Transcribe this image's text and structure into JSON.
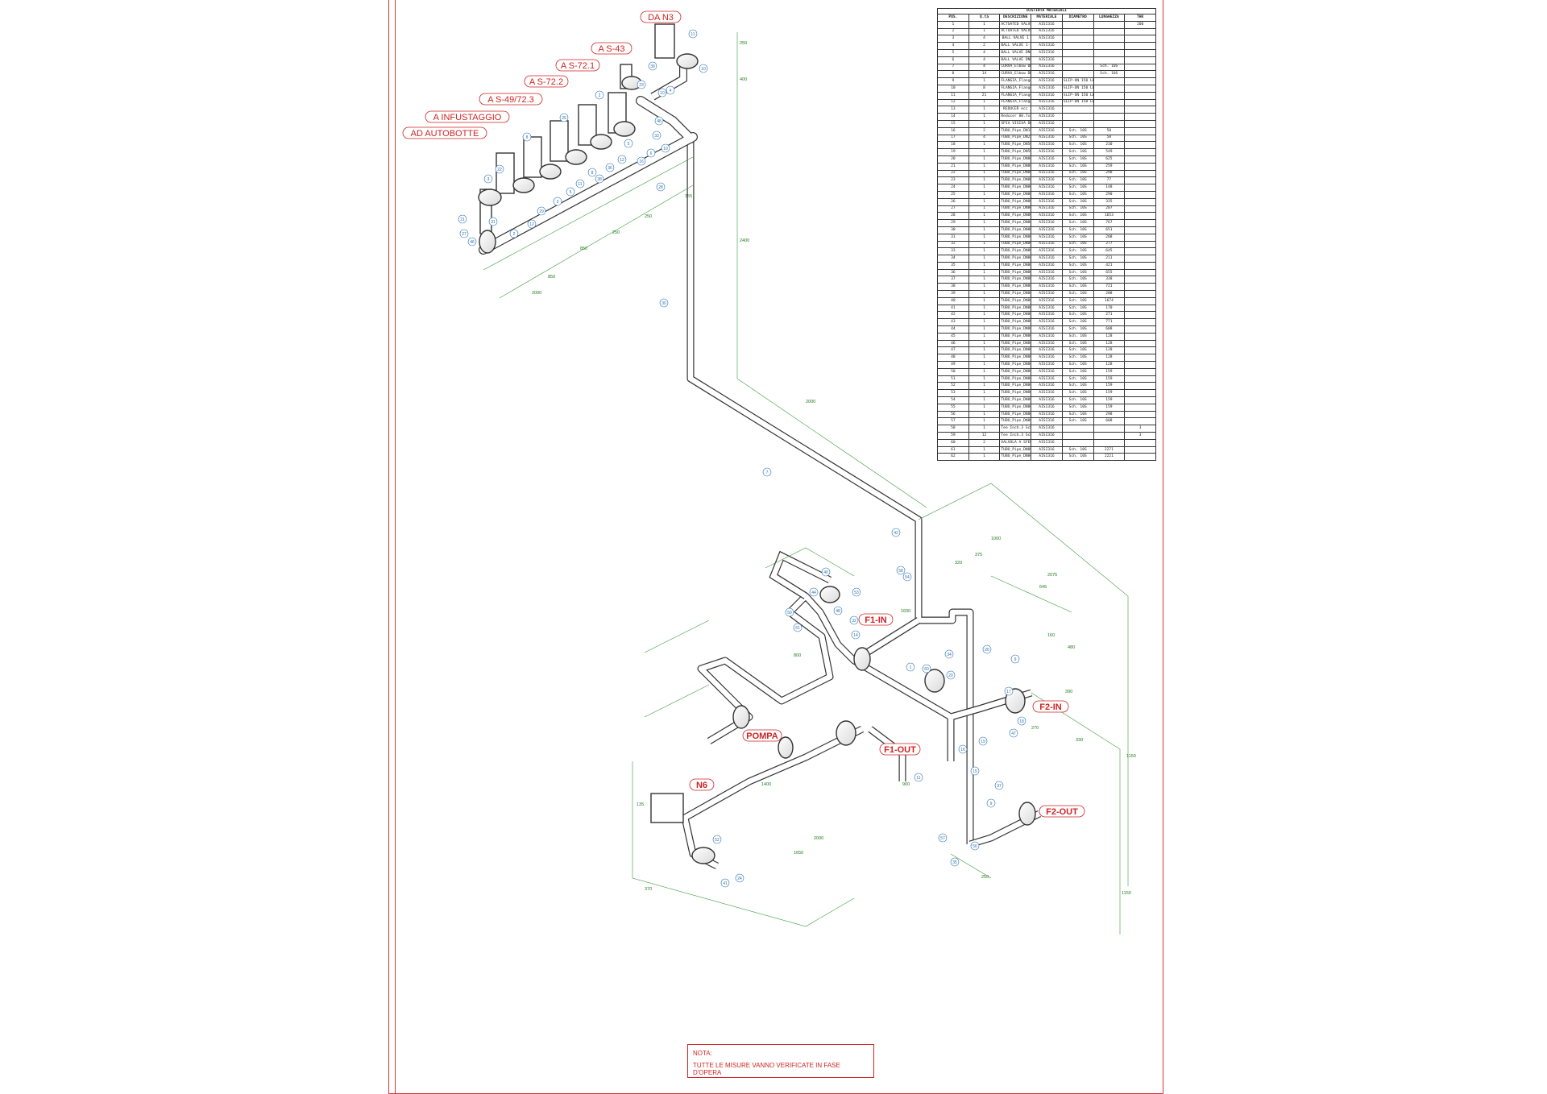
{
  "bom": {
    "title": "DISTINTA MATERIALI",
    "headers": [
      "POS.",
      "Q.tà",
      "DESCRIZIONE",
      "MATERIALE",
      "DIAMETRO",
      "LUNGHEZZA",
      "THK"
    ],
    "rows": [
      [
        "1",
        "1",
        "ACTUATED VALVE DN100",
        "AISI316",
        "",
        "",
        "200"
      ],
      [
        "2",
        "1",
        "ACTUATED VALVE DN80",
        "AISI316",
        "",
        "",
        ""
      ],
      [
        "3",
        "4",
        "BALL VALVE 1",
        "AISI316",
        "",
        "",
        ""
      ],
      [
        "4",
        "2",
        "BALL VALVE 1-2",
        "AISI316",
        "",
        "",
        ""
      ],
      [
        "5",
        "4",
        "BALL VALVE DN50",
        "AISI316",
        "",
        "",
        ""
      ],
      [
        "6",
        "4",
        "BALL VALVE DN80",
        "AISI316",
        "",
        "",
        ""
      ],
      [
        "7",
        "4",
        "CURVA_Elbow DN80_90°",
        "AISI316",
        "",
        "Sch. 10S",
        ""
      ],
      [
        "8",
        "14",
        "CURVA_Elbow DN80_90°",
        "AISI316",
        "",
        "Sch. 10S",
        ""
      ],
      [
        "9",
        "1",
        "FLANGIA_Flange DN100",
        "AISI316",
        "SLIP-ON 150 LBS",
        "",
        ""
      ],
      [
        "10",
        "8",
        "FLANGIA_Flange DN50",
        "AISI316",
        "SLIP-ON 150 LBS",
        "",
        ""
      ],
      [
        "11",
        "21",
        "FLANGIA_Flange DN80",
        "AISI316",
        "SLIP-ON 150 LBS",
        "",
        ""
      ],
      [
        "12",
        "1",
        "FLANGIA_Flange DN80",
        "AISI316",
        "SLIP-ON 150 LBS",
        "",
        ""
      ],
      [
        "13",
        "1",
        "REDUCER ecc",
        "AISI316",
        "",
        "",
        ""
      ],
      [
        "14",
        "1",
        "Reducer 80.7x2.0-48.2x2",
        "AISI316",
        "",
        "",
        ""
      ],
      [
        "15",
        "1",
        "SPIA VISIVA DN80",
        "AISI316",
        "",
        "",
        ""
      ],
      [
        "16",
        "2",
        "TUBO_Pipe_DN15",
        "AISI316",
        "Sch. 10S",
        "58",
        ""
      ],
      [
        "17",
        "4",
        "TUBO_Pipe_DN25",
        "AISI316",
        "Sch. 10S",
        "58",
        ""
      ],
      [
        "18",
        "1",
        "TUBO_Pipe_DN50",
        "AISI316",
        "Sch. 10S",
        "230",
        ""
      ],
      [
        "19",
        "1",
        "TUBO_Pipe_DN50",
        "AISI316",
        "Sch. 10S",
        "549",
        ""
      ],
      [
        "20",
        "1",
        "TUBO_Pipe_DN80",
        "AISI316",
        "Sch. 10S",
        "625",
        ""
      ],
      [
        "21",
        "1",
        "TUBO_Pipe_DN80",
        "AISI316",
        "Sch. 10S",
        "259",
        ""
      ],
      [
        "22",
        "1",
        "TUBO_Pipe_DN80",
        "AISI316",
        "Sch. 10S",
        "298",
        ""
      ],
      [
        "23",
        "1",
        "TUBO_Pipe_DN80",
        "AISI316",
        "Sch. 10S",
        "77",
        ""
      ],
      [
        "24",
        "1",
        "TUBO_Pipe_DN80",
        "AISI316",
        "Sch. 10S",
        "148",
        ""
      ],
      [
        "25",
        "1",
        "TUBO_Pipe_DN80",
        "AISI316",
        "Sch. 10S",
        "290",
        ""
      ],
      [
        "26",
        "1",
        "TUBO_Pipe_DN80",
        "AISI316",
        "Sch. 10S",
        "335",
        ""
      ],
      [
        "27",
        "1",
        "TUBO_Pipe_DN80",
        "AISI316",
        "Sch. 10S",
        "207",
        ""
      ],
      [
        "28",
        "1",
        "TUBO_Pipe_DN80",
        "AISI316",
        "Sch. 10S",
        "1653",
        ""
      ],
      [
        "29",
        "1",
        "TUBO_Pipe_DN80",
        "AISI316",
        "Sch. 10S",
        "767",
        ""
      ],
      [
        "30",
        "1",
        "TUBO_Pipe_DN80",
        "AISI316",
        "Sch. 10S",
        "651",
        ""
      ],
      [
        "31",
        "1",
        "TUBO_Pipe_DN80",
        "AISI316",
        "Sch. 10S",
        "208",
        ""
      ],
      [
        "32",
        "1",
        "TUBO_Pipe_DN80",
        "AISI316",
        "Sch. 10S",
        "277",
        ""
      ],
      [
        "33",
        "1",
        "TUBO_Pipe_DN80",
        "AISI316",
        "Sch. 10S",
        "645",
        ""
      ],
      [
        "34",
        "1",
        "TUBO_Pipe_DN80",
        "AISI316",
        "Sch. 10S",
        "211",
        ""
      ],
      [
        "35",
        "1",
        "TUBO_Pipe_DN80",
        "AISI316",
        "Sch. 10S",
        "421",
        ""
      ],
      [
        "36",
        "1",
        "TUBO_Pipe_DN80",
        "AISI316",
        "Sch. 10S",
        "655",
        ""
      ],
      [
        "37",
        "1",
        "TUBO_Pipe_DN80",
        "AISI316",
        "Sch. 10S",
        "338",
        ""
      ],
      [
        "38",
        "1",
        "TUBO_Pipe_DN80",
        "AISI316",
        "Sch. 10S",
        "721",
        ""
      ],
      [
        "39",
        "1",
        "TUBO_Pipe_DN80",
        "AISI316",
        "Sch. 10S",
        "208",
        ""
      ],
      [
        "40",
        "1",
        "TUBO_Pipe_DN80",
        "AISI316",
        "Sch. 10S",
        "1674",
        ""
      ],
      [
        "41",
        "1",
        "TUBO_Pipe_DN80",
        "AISI316",
        "Sch. 10S",
        "170",
        ""
      ],
      [
        "42",
        "1",
        "TUBO_Pipe_DN80",
        "AISI316",
        "Sch. 10S",
        "271",
        ""
      ],
      [
        "43",
        "1",
        "TUBO_Pipe_DN80",
        "AISI316",
        "Sch. 10S",
        "771",
        ""
      ],
      [
        "44",
        "1",
        "TUBO_Pipe_DN80",
        "AISI316",
        "Sch. 10S",
        "608",
        ""
      ],
      [
        "45",
        "1",
        "TUBO_Pipe_DN80",
        "AISI316",
        "Sch. 10S",
        "128",
        ""
      ],
      [
        "46",
        "1",
        "TUBO_Pipe_DN80",
        "AISI316",
        "Sch. 10S",
        "128",
        ""
      ],
      [
        "47",
        "1",
        "TUBO_Pipe_DN80",
        "AISI316",
        "Sch. 10S",
        "128",
        ""
      ],
      [
        "48",
        "1",
        "TUBO_Pipe_DN80",
        "AISI316",
        "Sch. 10S",
        "128",
        ""
      ],
      [
        "49",
        "1",
        "TUBO_Pipe_DN80",
        "AISI316",
        "Sch. 10S",
        "128",
        ""
      ],
      [
        "50",
        "1",
        "TUBO_Pipe_DN80",
        "AISI316",
        "Sch. 10S",
        "159",
        ""
      ],
      [
        "51",
        "1",
        "TUBO_Pipe_DN80",
        "AISI316",
        "Sch. 10S",
        "159",
        ""
      ],
      [
        "52",
        "1",
        "TUBO_Pipe_DN80",
        "AISI316",
        "Sch. 10S",
        "159",
        ""
      ],
      [
        "53",
        "1",
        "TUBO_Pipe_DN80",
        "AISI316",
        "Sch. 10S",
        "159",
        ""
      ],
      [
        "54",
        "1",
        "TUBO_Pipe_DN80",
        "AISI316",
        "Sch. 10S",
        "159",
        ""
      ],
      [
        "55",
        "1",
        "TUBO_Pipe_DN80",
        "AISI316",
        "Sch. 10S",
        "159",
        ""
      ],
      [
        "56",
        "1",
        "TUBO_Pipe_DN80",
        "AISI316",
        "Sch. 10S",
        "298",
        ""
      ],
      [
        "57",
        "1",
        "TUBO_Pipe_DN80",
        "AISI316",
        "Sch. 10S",
        "608",
        ""
      ],
      [
        "58",
        "1",
        "Tee Inch.3 Sch10S",
        "AISI316",
        "",
        "",
        "3"
      ],
      [
        "59",
        "12",
        "Tee Inch.3 Sch10S",
        "AISI316",
        "",
        "",
        "3"
      ],
      [
        "60",
        "2",
        "VALVOLA A SFERA DN80",
        "AISI316",
        "",
        "",
        ""
      ],
      [
        "61",
        "1",
        "TUBO_Pipe_DN80",
        "AISI316",
        "Sch. 10S",
        "2271",
        ""
      ],
      [
        "62",
        "1",
        "TUBO_Pipe_DN80",
        "AISI316",
        "Sch. 10S",
        "2221",
        ""
      ]
    ]
  },
  "tags": {
    "da_n3": "DA N3",
    "a_s43": "A S-43",
    "a_s721": "A S-72.1",
    "a_s722": "A S-72.2",
    "a_s49": "A S-49/72.3",
    "a_infustaggio": "A INFUSTAGGIO",
    "ad_autobotte": "AD AUTOBOTTE",
    "f1_in": "F1-IN",
    "f2_in": "F2-IN",
    "f1_out": "F1-OUT",
    "f2_out": "F2-OUT",
    "pompa": "POMPA",
    "n6": "N6"
  },
  "dimensions": [
    "250",
    "400",
    "2400",
    "355",
    "250",
    "250",
    "850",
    "850",
    "2000",
    "2000",
    "1000",
    "1600",
    "320",
    "375",
    "2075",
    "645",
    "160",
    "480",
    "390",
    "270",
    "330",
    "800",
    "1150",
    "1150",
    "1650",
    "2000",
    "370",
    "900",
    "250",
    "1400",
    "135"
  ],
  "bubbles": [
    "11",
    "10",
    "39",
    "23",
    "10",
    "48",
    "33",
    "6",
    "16",
    "5",
    "12",
    "36",
    "38",
    "8",
    "11",
    "5",
    "3",
    "29",
    "12",
    "2",
    "31",
    "21",
    "27",
    "46",
    "3",
    "22",
    "8",
    "25",
    "2",
    "4",
    "10",
    "28",
    "30",
    "7",
    "42",
    "58",
    "54",
    "40",
    "44",
    "50",
    "61",
    "48",
    "32",
    "53",
    "14",
    "1",
    "60",
    "20",
    "34",
    "26",
    "9",
    "17",
    "18",
    "47",
    "19",
    "16",
    "15",
    "37",
    "9",
    "56",
    "35",
    "52",
    "24",
    "41",
    "57",
    "11"
  ],
  "note": {
    "title": "NOTA:",
    "text": "TUTTE LE MISURE VANNO VERIFICATE IN FASE D'OPERA"
  }
}
